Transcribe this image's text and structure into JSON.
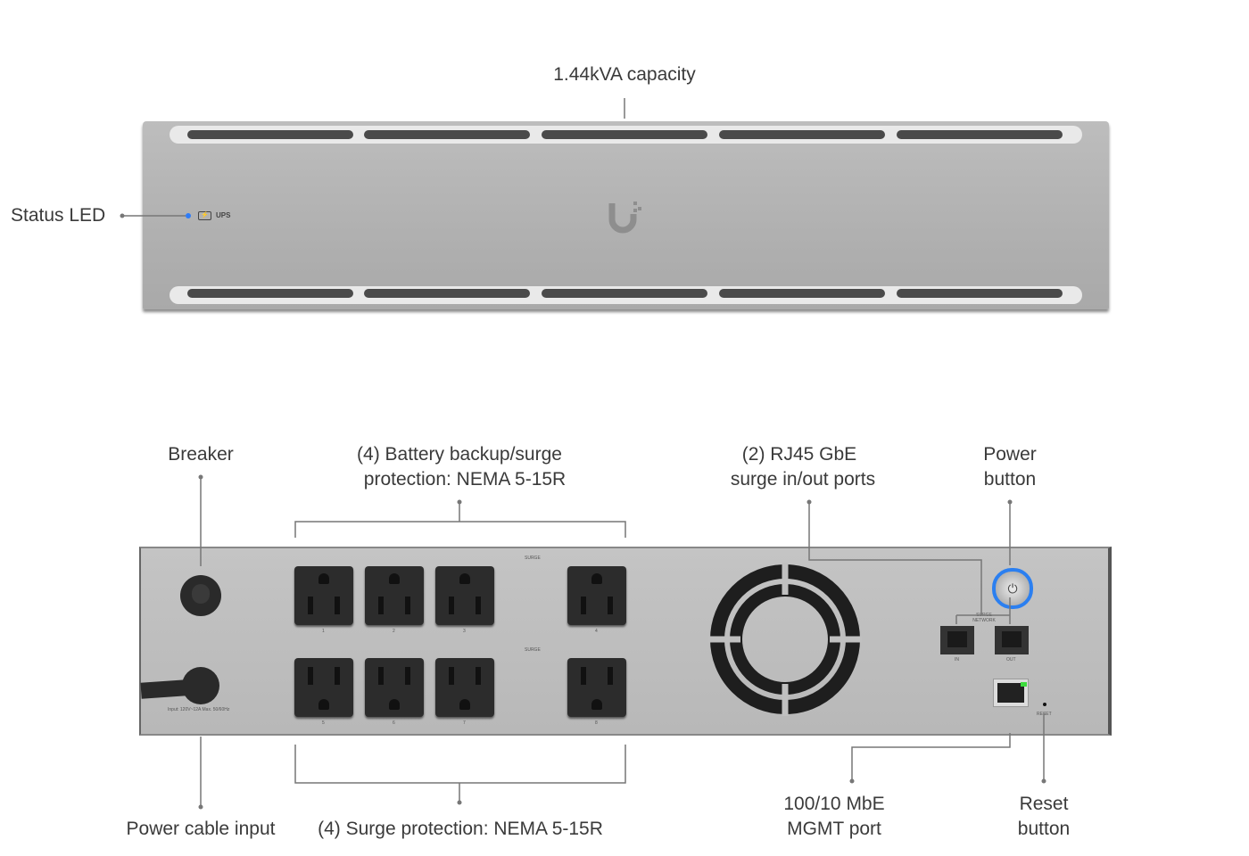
{
  "callouts": {
    "capacity": "1.44kVA capacity",
    "status_led": "Status LED",
    "breaker": "Breaker",
    "battery_outlets_l1": "(4) Battery backup/surge",
    "battery_outlets_l2": "protection: NEMA 5-15R",
    "rj45_l1": "(2) RJ45 GbE",
    "rj45_l2": "surge in/out ports",
    "power_l1": "Power",
    "power_l2": "button",
    "power_cable": "Power cable input",
    "surge_outlets": "(4) Surge protection: NEMA 5-15R",
    "mgmt_l1": "100/10 MbE",
    "mgmt_l2": "MGMT port",
    "reset_l1": "Reset",
    "reset_l2": "button"
  },
  "device": {
    "front_badge": "UPS",
    "input_rating": "Input: 120V~12A Max. 50/60Hz",
    "surge_label": "SURGE",
    "surge_network": "SURGE NETWORK",
    "port_in": "IN",
    "port_out": "OUT",
    "reset": "RESET",
    "outlet_numbers": [
      "1",
      "2",
      "3",
      "4",
      "5",
      "6",
      "7",
      "8"
    ],
    "led_color": "#2f7cf6",
    "power_ring_color": "#2b7ff0",
    "link_led_color": "#3ddc3d"
  }
}
